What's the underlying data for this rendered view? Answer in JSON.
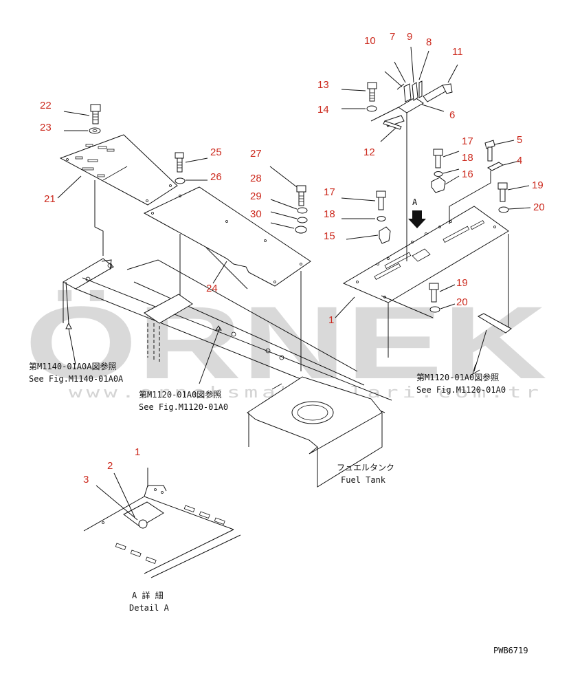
{
  "watermark": {
    "brand": "ÖRNEK",
    "url": "www.orneksmakinalari.com.tr"
  },
  "drawing_code": "PWB6719",
  "part_numbers": {
    "p1": "1",
    "p1b": "1",
    "p2": "2",
    "p3": "3",
    "p4": "4",
    "p5": "5",
    "p6": "6",
    "p7": "7",
    "p8": "8",
    "p9": "9",
    "p10": "10",
    "p11": "11",
    "p12": "12",
    "p13": "13",
    "p14": "14",
    "p15": "15",
    "p16": "16",
    "p17a": "17",
    "p17b": "17",
    "p18a": "18",
    "p18b": "18",
    "p19a": "19",
    "p19b": "19",
    "p20a": "20",
    "p20b": "20",
    "p21": "21",
    "p22": "22",
    "p23": "23",
    "p24": "24",
    "p25": "25",
    "p26": "26",
    "p27": "27",
    "p28": "28",
    "p29": "29",
    "p30": "30"
  },
  "view_label": "A",
  "references": {
    "left_jp": "第M1140-01A0A図参照",
    "left_en": "See Fig.M1140-01A0A",
    "mid_jp": "第M1120-01A0図参照",
    "mid_en": "See Fig.M1120-01A0",
    "right_jp": "第M1120-01A0図参照",
    "right_en": "See Fig.M1120-01A0",
    "tank_jp": "フュエルタンク",
    "tank_en": "Fuel Tank",
    "detail_jp": "A 詳 細",
    "detail_en": "Detail A"
  }
}
